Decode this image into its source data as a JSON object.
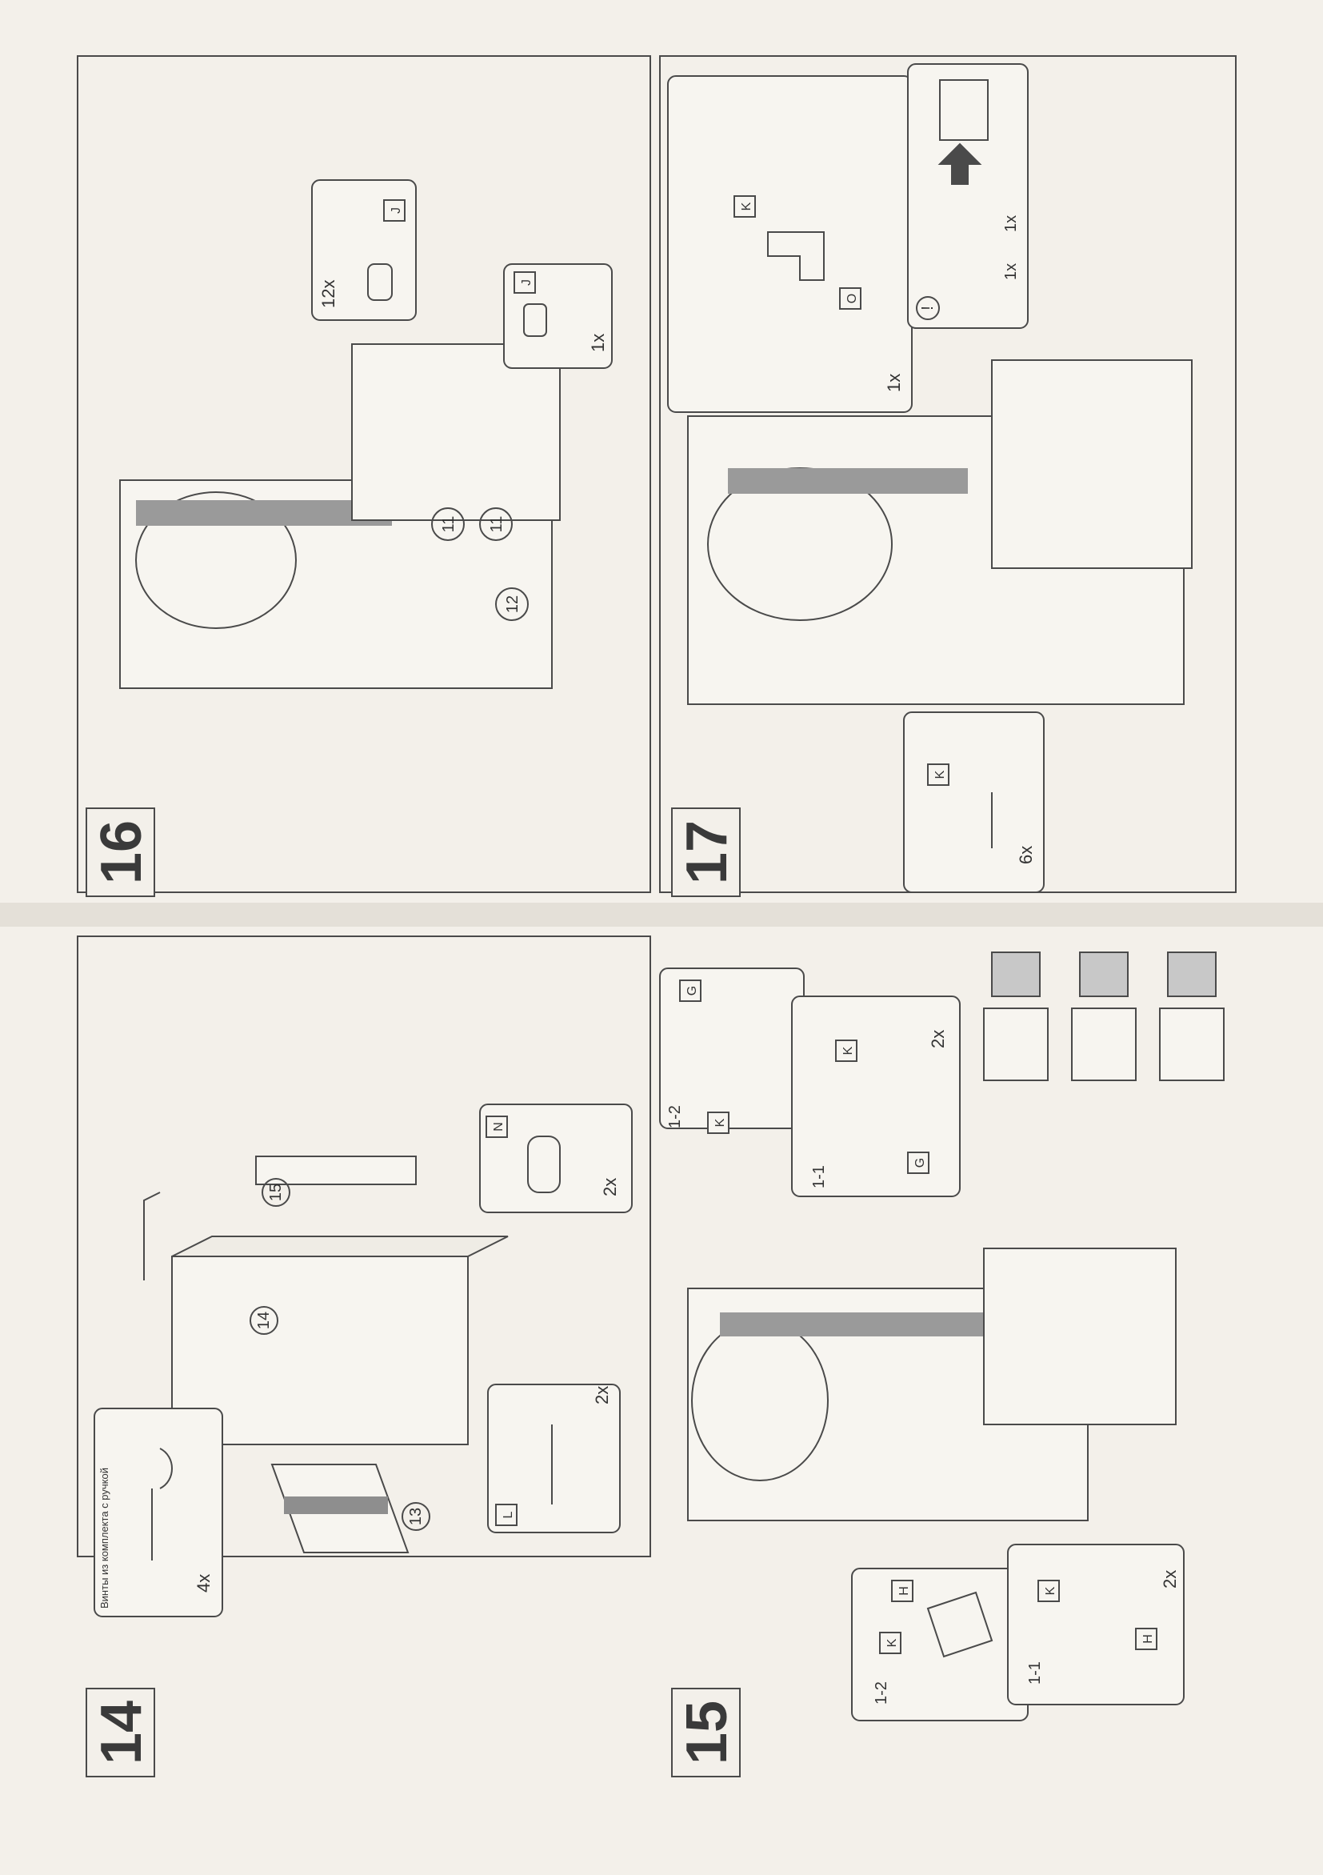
{
  "steps": [
    {
      "number": "14",
      "callouts": {
        "note": "Винты из комплекта с ручкой",
        "note_qty": "4x",
        "screw_part": "L",
        "screw_qty": "2x",
        "dowel_part": "N",
        "dowel_qty": "2x"
      },
      "panels": [
        "13",
        "14",
        "15"
      ]
    },
    {
      "number": "15",
      "callouts": {
        "left_top_step": "1-2",
        "left_top_part_k": "K",
        "left_top_part_h": "H",
        "left_bottom_step": "1-1",
        "left_bottom_part_k": "K",
        "left_bottom_part_h": "H",
        "left_bottom_qty": "2x",
        "right_top_step": "1-2",
        "right_top_part_k": "K",
        "right_top_part_g": "G",
        "right_bottom_step": "1-1",
        "right_bottom_part_k": "K",
        "right_bottom_part_g": "G",
        "right_bottom_qty": "2x"
      }
    },
    {
      "number": "16",
      "callouts": {
        "shelf_pin_part": "J",
        "shelf_pin_qty": "12x",
        "pin_part": "J",
        "pin_qty": "1x"
      },
      "panels": [
        "11",
        "11",
        "12"
      ]
    },
    {
      "number": "17",
      "callouts": {
        "screw_part": "K",
        "screw_qty": "6x",
        "bracket_screw_part": "K",
        "bracket_part": "O",
        "bracket_qty": "1x",
        "warning_qty_a": "1x",
        "warning_qty_b": "1x",
        "warning_icon": "exclamation-icon"
      }
    }
  ]
}
